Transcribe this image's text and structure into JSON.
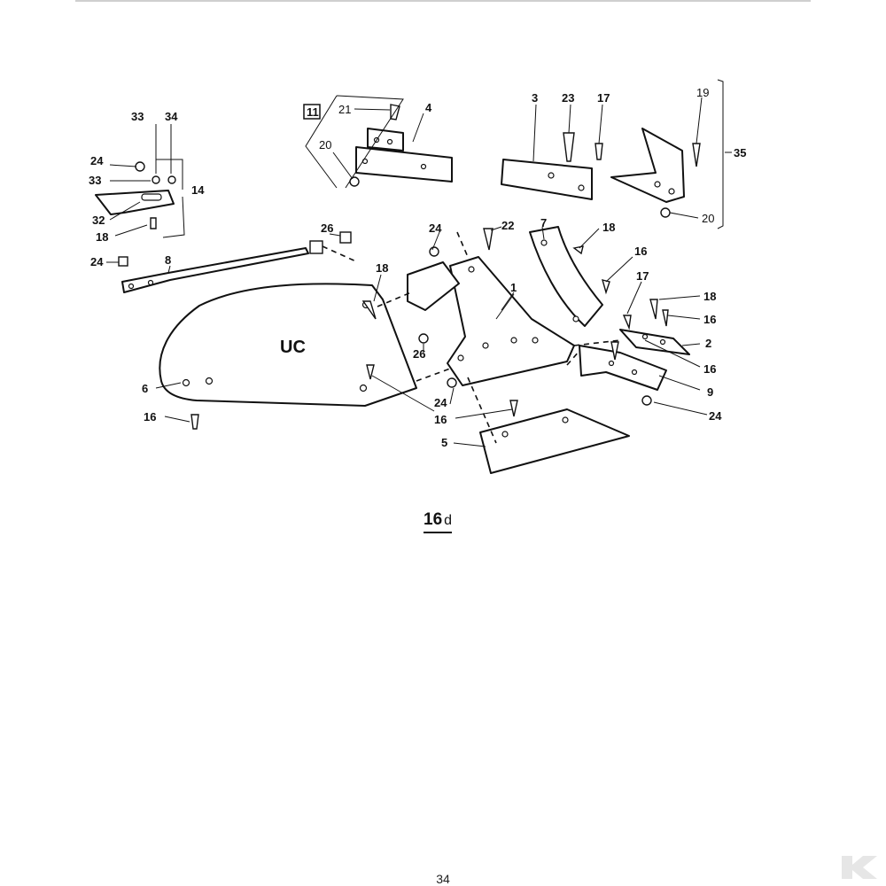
{
  "figure": {
    "label": "16",
    "suffix": "d"
  },
  "page_number": "34",
  "body_marking": "UC",
  "boxed_callout": "11",
  "callouts": {
    "c33a": "33",
    "c34": "34",
    "c24a": "24",
    "c33b": "33",
    "c14": "14",
    "c32": "32",
    "c18a": "18",
    "c24b": "24",
    "c8": "8",
    "c26a": "26",
    "c21": "21",
    "c4": "4",
    "c20a": "20",
    "c3": "3",
    "c23": "23",
    "c17a": "17",
    "c19": "19",
    "c35": "35",
    "c20b": "20",
    "c24c": "24",
    "c22": "22",
    "c7": "7",
    "c18b": "18",
    "c16a": "16",
    "c18c": "18",
    "c1": "1",
    "c17b": "17",
    "c18d": "18",
    "c16b": "16",
    "c2": "2",
    "c16c": "16",
    "c9": "9",
    "c24d": "24",
    "c26b": "26",
    "c6": "6",
    "c16d": "16",
    "c24e": "24",
    "c16e": "16",
    "c5": "5"
  },
  "logo": {
    "icon": "k-brand-logo",
    "color": "#e6e6e6"
  }
}
